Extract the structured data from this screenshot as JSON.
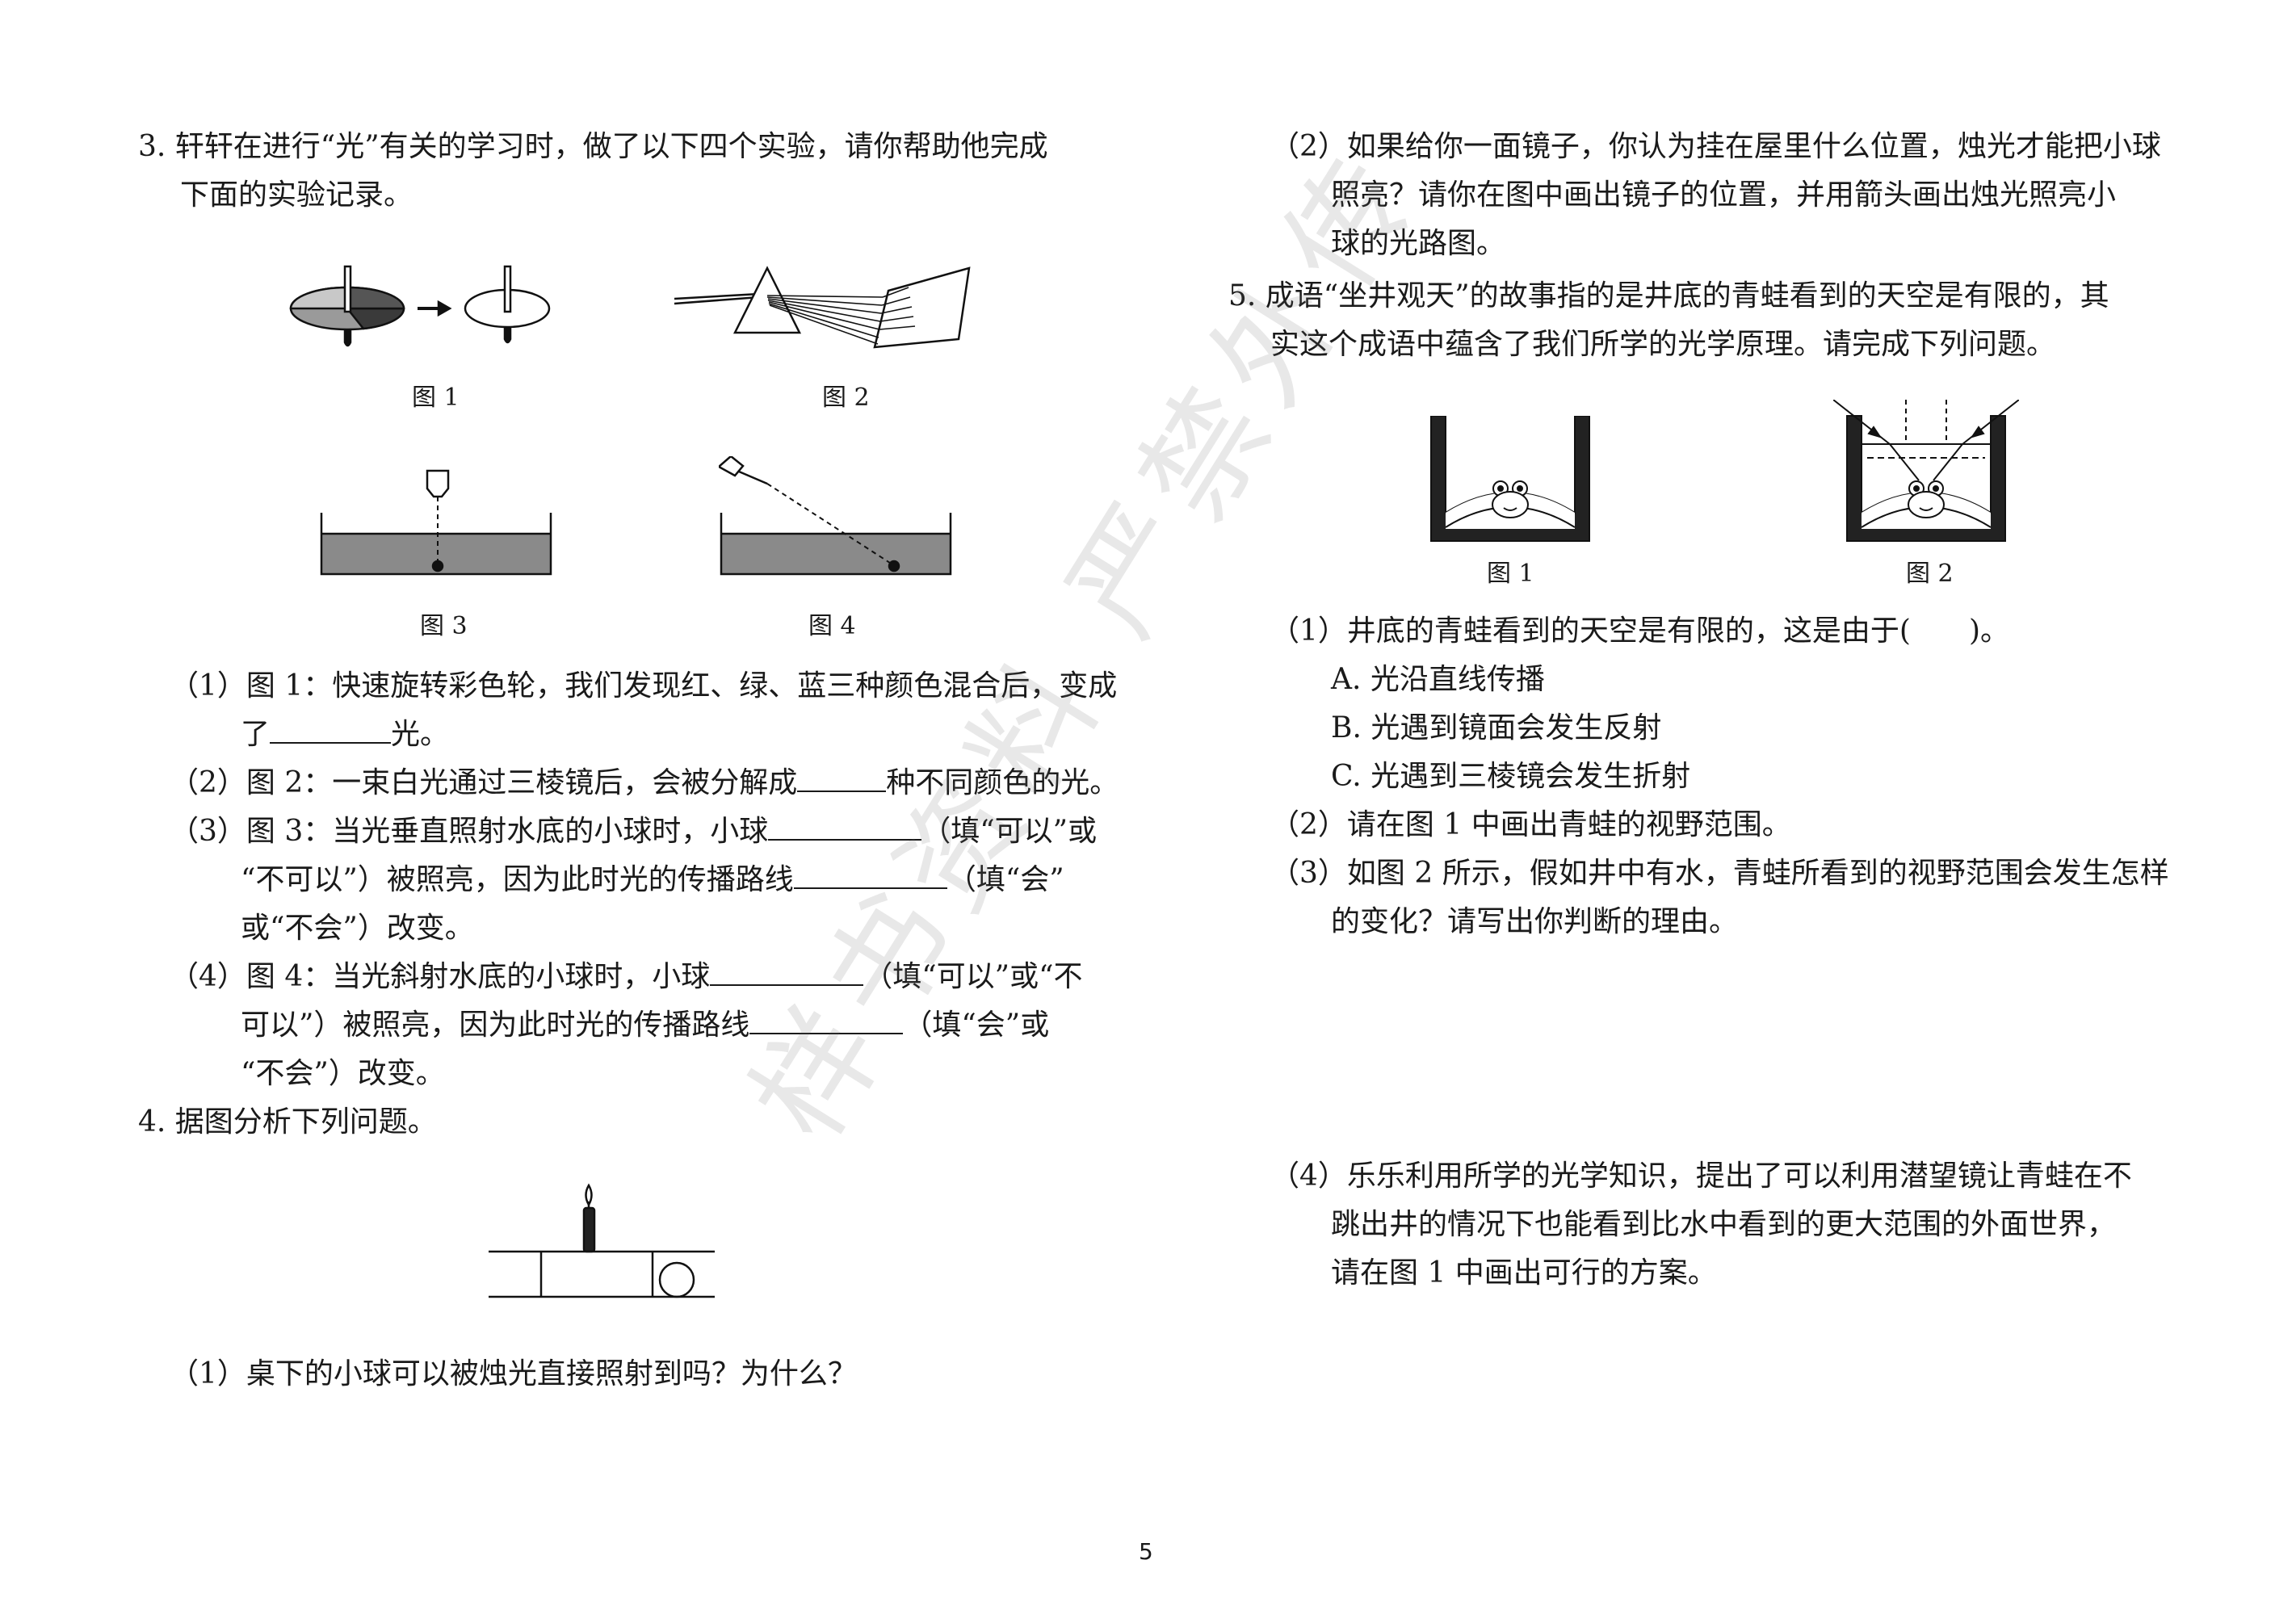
{
  "q3": {
    "stem1": "3. 轩轩在进行“光”有关的学习时，做了以下四个实验，请你帮助他完成",
    "stem2": "下面的实验记录。",
    "fig1": "图 1",
    "fig2": "图 2",
    "fig3": "图 3",
    "fig4": "图 4",
    "p1a": "（1）图 1：快速旋转彩色轮，我们发现红、绿、蓝三种颜色混合后，变成",
    "p1b_pre": "了",
    "p1b_post": "光。",
    "p2_pre": "（2）图 2：一束白光通过三棱镜后，会被分解成",
    "p2_post": "种不同颜色的光。",
    "p3a_pre": "（3）图 3：当光垂直照射水底的小球时，小球",
    "p3a_post": "（填“可以”或",
    "p3b_pre": "“不可以”）被照亮，因为此时光的传播路线",
    "p3b_post": "（填“会”",
    "p3c": "或“不会”）改变。",
    "p4a_pre": "（4）图 4：当光斜射水底的小球时，小球",
    "p4a_post": "（填“可以”或“不",
    "p4b_pre": "可以”）被照亮，因为此时光的传播路线",
    "p4b_post": "（填“会”或",
    "p4c": "“不会”）改变。"
  },
  "q4": {
    "stem": "4. 据图分析下列问题。",
    "p1": "（1）桌下的小球可以被烛光直接照射到吗？为什么？",
    "p2a": "（2）如果给你一面镜子，你认为挂在屋里什么位置，烛光才能把小球",
    "p2b": "照亮？请你在图中画出镜子的位置，并用箭头画出烛光照亮小",
    "p2c": "球的光路图。"
  },
  "q5": {
    "stem1": "5. 成语“坐井观天”的故事指的是井底的青蛙看到的天空是有限的，其",
    "stem2": "实这个成语中蕴含了我们所学的光学原理。请完成下列问题。",
    "fig1": "图 1",
    "fig2": "图 2",
    "p1": "（1）井底的青蛙看到的天空是有限的，这是由于(　　)。",
    "optA": "A. 光沿直线传播",
    "optB": "B. 光遇到镜面会发生反射",
    "optC": "C. 光遇到三棱镜会发生折射",
    "p2": "（2）请在图 1 中画出青蛙的视野范围。",
    "p3a": "（3）如图 2 所示，假如井中有水，青蛙所看到的视野范围会发生怎样",
    "p3b": "的变化？请写出你判断的理由。",
    "p4a": "（4）乐乐利用所学的光学知识，提出了可以利用潜望镜让青蛙在不",
    "p4b": "跳出井的情况下也能看到比水中看到的更大范围的外面世界，",
    "p4c": "请在图 1 中画出可行的方案。"
  },
  "watermark": "样书资料 严禁外传",
  "page_number": "5"
}
